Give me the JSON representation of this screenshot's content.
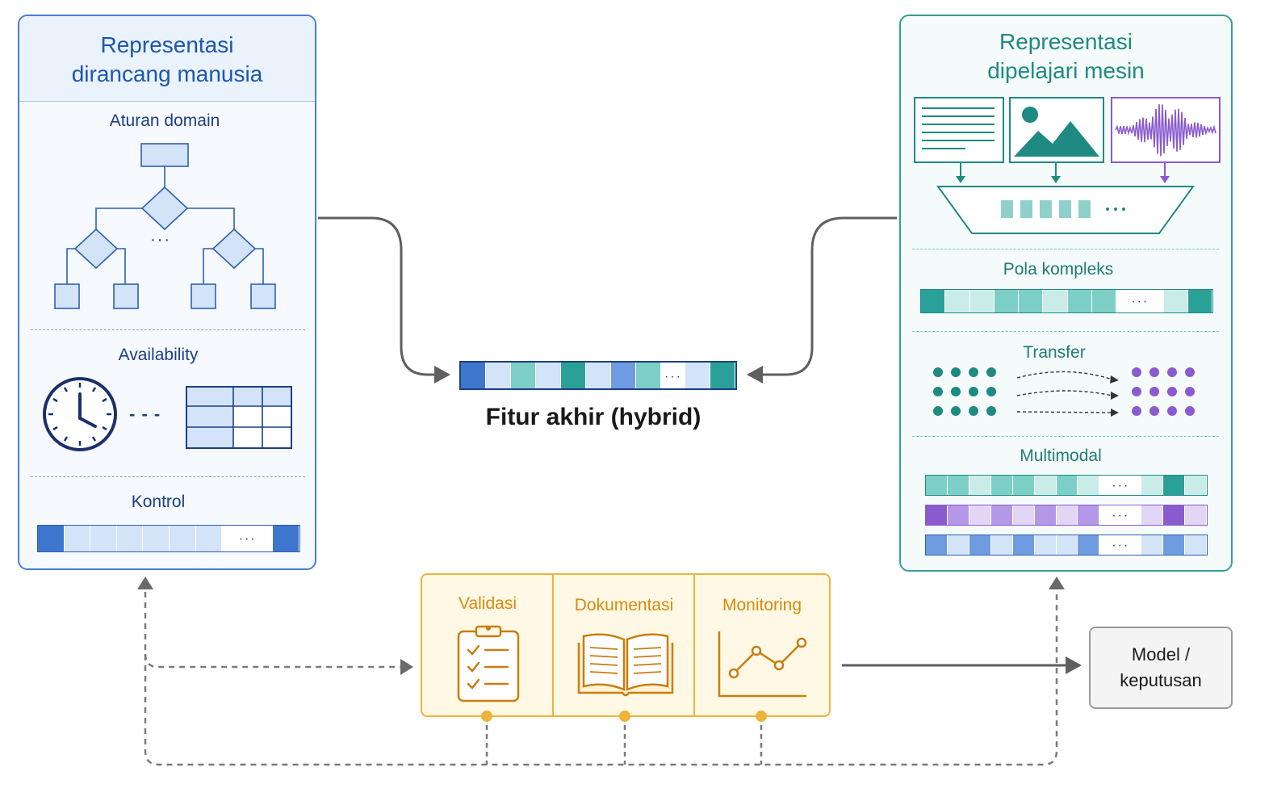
{
  "left_panel": {
    "title_line1": "Representasi",
    "title_line2": "dirancang manusia",
    "section_rules": "Aturan domain",
    "section_availability": "Availability",
    "section_control": "Kontrol",
    "rules_ellipsis": "···",
    "availability_dash": "- - -"
  },
  "right_panel": {
    "title_line1": "Representasi",
    "title_line2": "dipelajari mesin",
    "section_patterns": "Pola kompleks",
    "section_transfer": "Transfer",
    "section_multimodal": "Multimodal"
  },
  "center": {
    "hybrid_label": "Fitur akhir (hybrid)"
  },
  "governance": {
    "validation": "Validasi",
    "documentation": "Dokumentasi",
    "monitoring": "Monitoring"
  },
  "output": {
    "line1": "Model /",
    "line2": "keputusan"
  },
  "ellipsis": "···",
  "colors": {
    "blue_dark": "#3d76cc",
    "blue_mid": "#6f9be0",
    "blue_light": "#d3e3f8",
    "teal_dark": "#2aa198",
    "teal_mid": "#7ccfc6",
    "teal_light": "#c9ece8",
    "purple_dark": "#8a5bcf",
    "purple_mid": "#b497e6",
    "purple_light": "#e2d6f6",
    "amber": "#efb33a",
    "grey_line": "#707070"
  }
}
